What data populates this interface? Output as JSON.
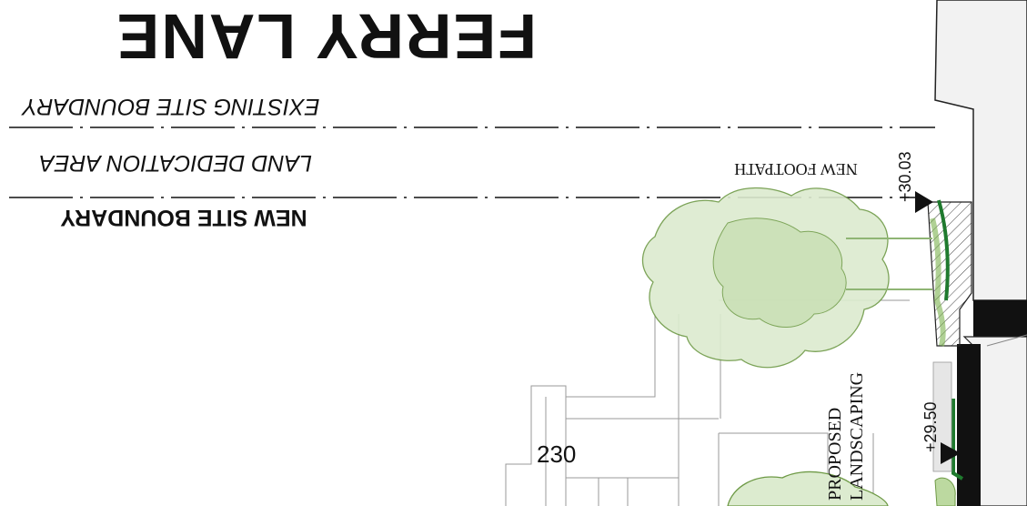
{
  "street": {
    "name": "FERRY LANE"
  },
  "boundaries": {
    "existing": "EXISTING SITE BOUNDARY",
    "dedication": "LAND DEDICATION AREA",
    "new": "NEW SITE BOUNDARY"
  },
  "labels": {
    "footpath": "NEW FOOTPATH",
    "landscaping_line1": "PROPOSED",
    "landscaping_line2": "LANDSCAPING",
    "level_upper": "+30.03",
    "level_lower": "+29.50",
    "lot_number": "230"
  },
  "colors": {
    "line": "#111111",
    "thin_line": "#9a9a9a",
    "tree_fill": "#dcebcf",
    "tree_stroke": "#6e9a46",
    "hedge_green": "#1f7a2e",
    "building_fill": "#f2f2f2"
  }
}
